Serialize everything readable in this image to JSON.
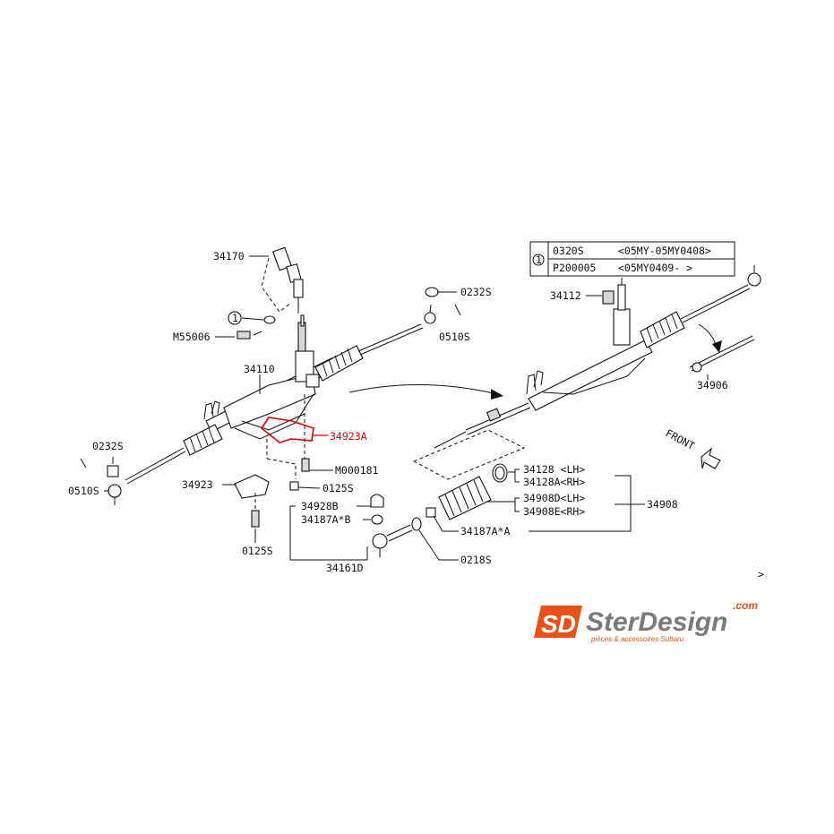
{
  "labels": {
    "p34170": "34170",
    "p0232s_top": "0232S",
    "p0510s_top": "0510S",
    "pm55006": "M55006",
    "p34110": "34110",
    "p34923a": "34923A",
    "pm000181": "M000181",
    "p0125s_mid": "0125S",
    "p0232s_left": "0232S",
    "p0510s_left": "0510S",
    "p34923": "34923",
    "p0125s_low": "0125S",
    "p34928b": "34928B",
    "p34187ab": "34187A*B",
    "p34161d": "34161D",
    "p0218s": "0218S",
    "p34187aa": "34187A*A",
    "p34128": "34128 <LH>",
    "p34128a": "34128A<RH>",
    "p34908d": "34908D<LH>",
    "p34908e": "34908E<RH>",
    "p34908": "34908",
    "p34112": "34112",
    "p34906": "34906",
    "front": "FRONT",
    "circle_ref": "1",
    "circle_ref_table": "1",
    "small_mark": ">"
  },
  "table": {
    "row1_part": "0320S",
    "row1_range": "<05MY-05MY0408>",
    "row2_part": "P200005",
    "row2_range": "<05MY0409-     >"
  },
  "logo": {
    "mark": "SD",
    "name": "SterDesign",
    "domain": ".com",
    "tagline": "pièces & accessoires Subaru"
  },
  "colors": {
    "highlight": "#e00000",
    "logo_orange": "#e8521a",
    "logo_gray": "#7a7a7a"
  }
}
